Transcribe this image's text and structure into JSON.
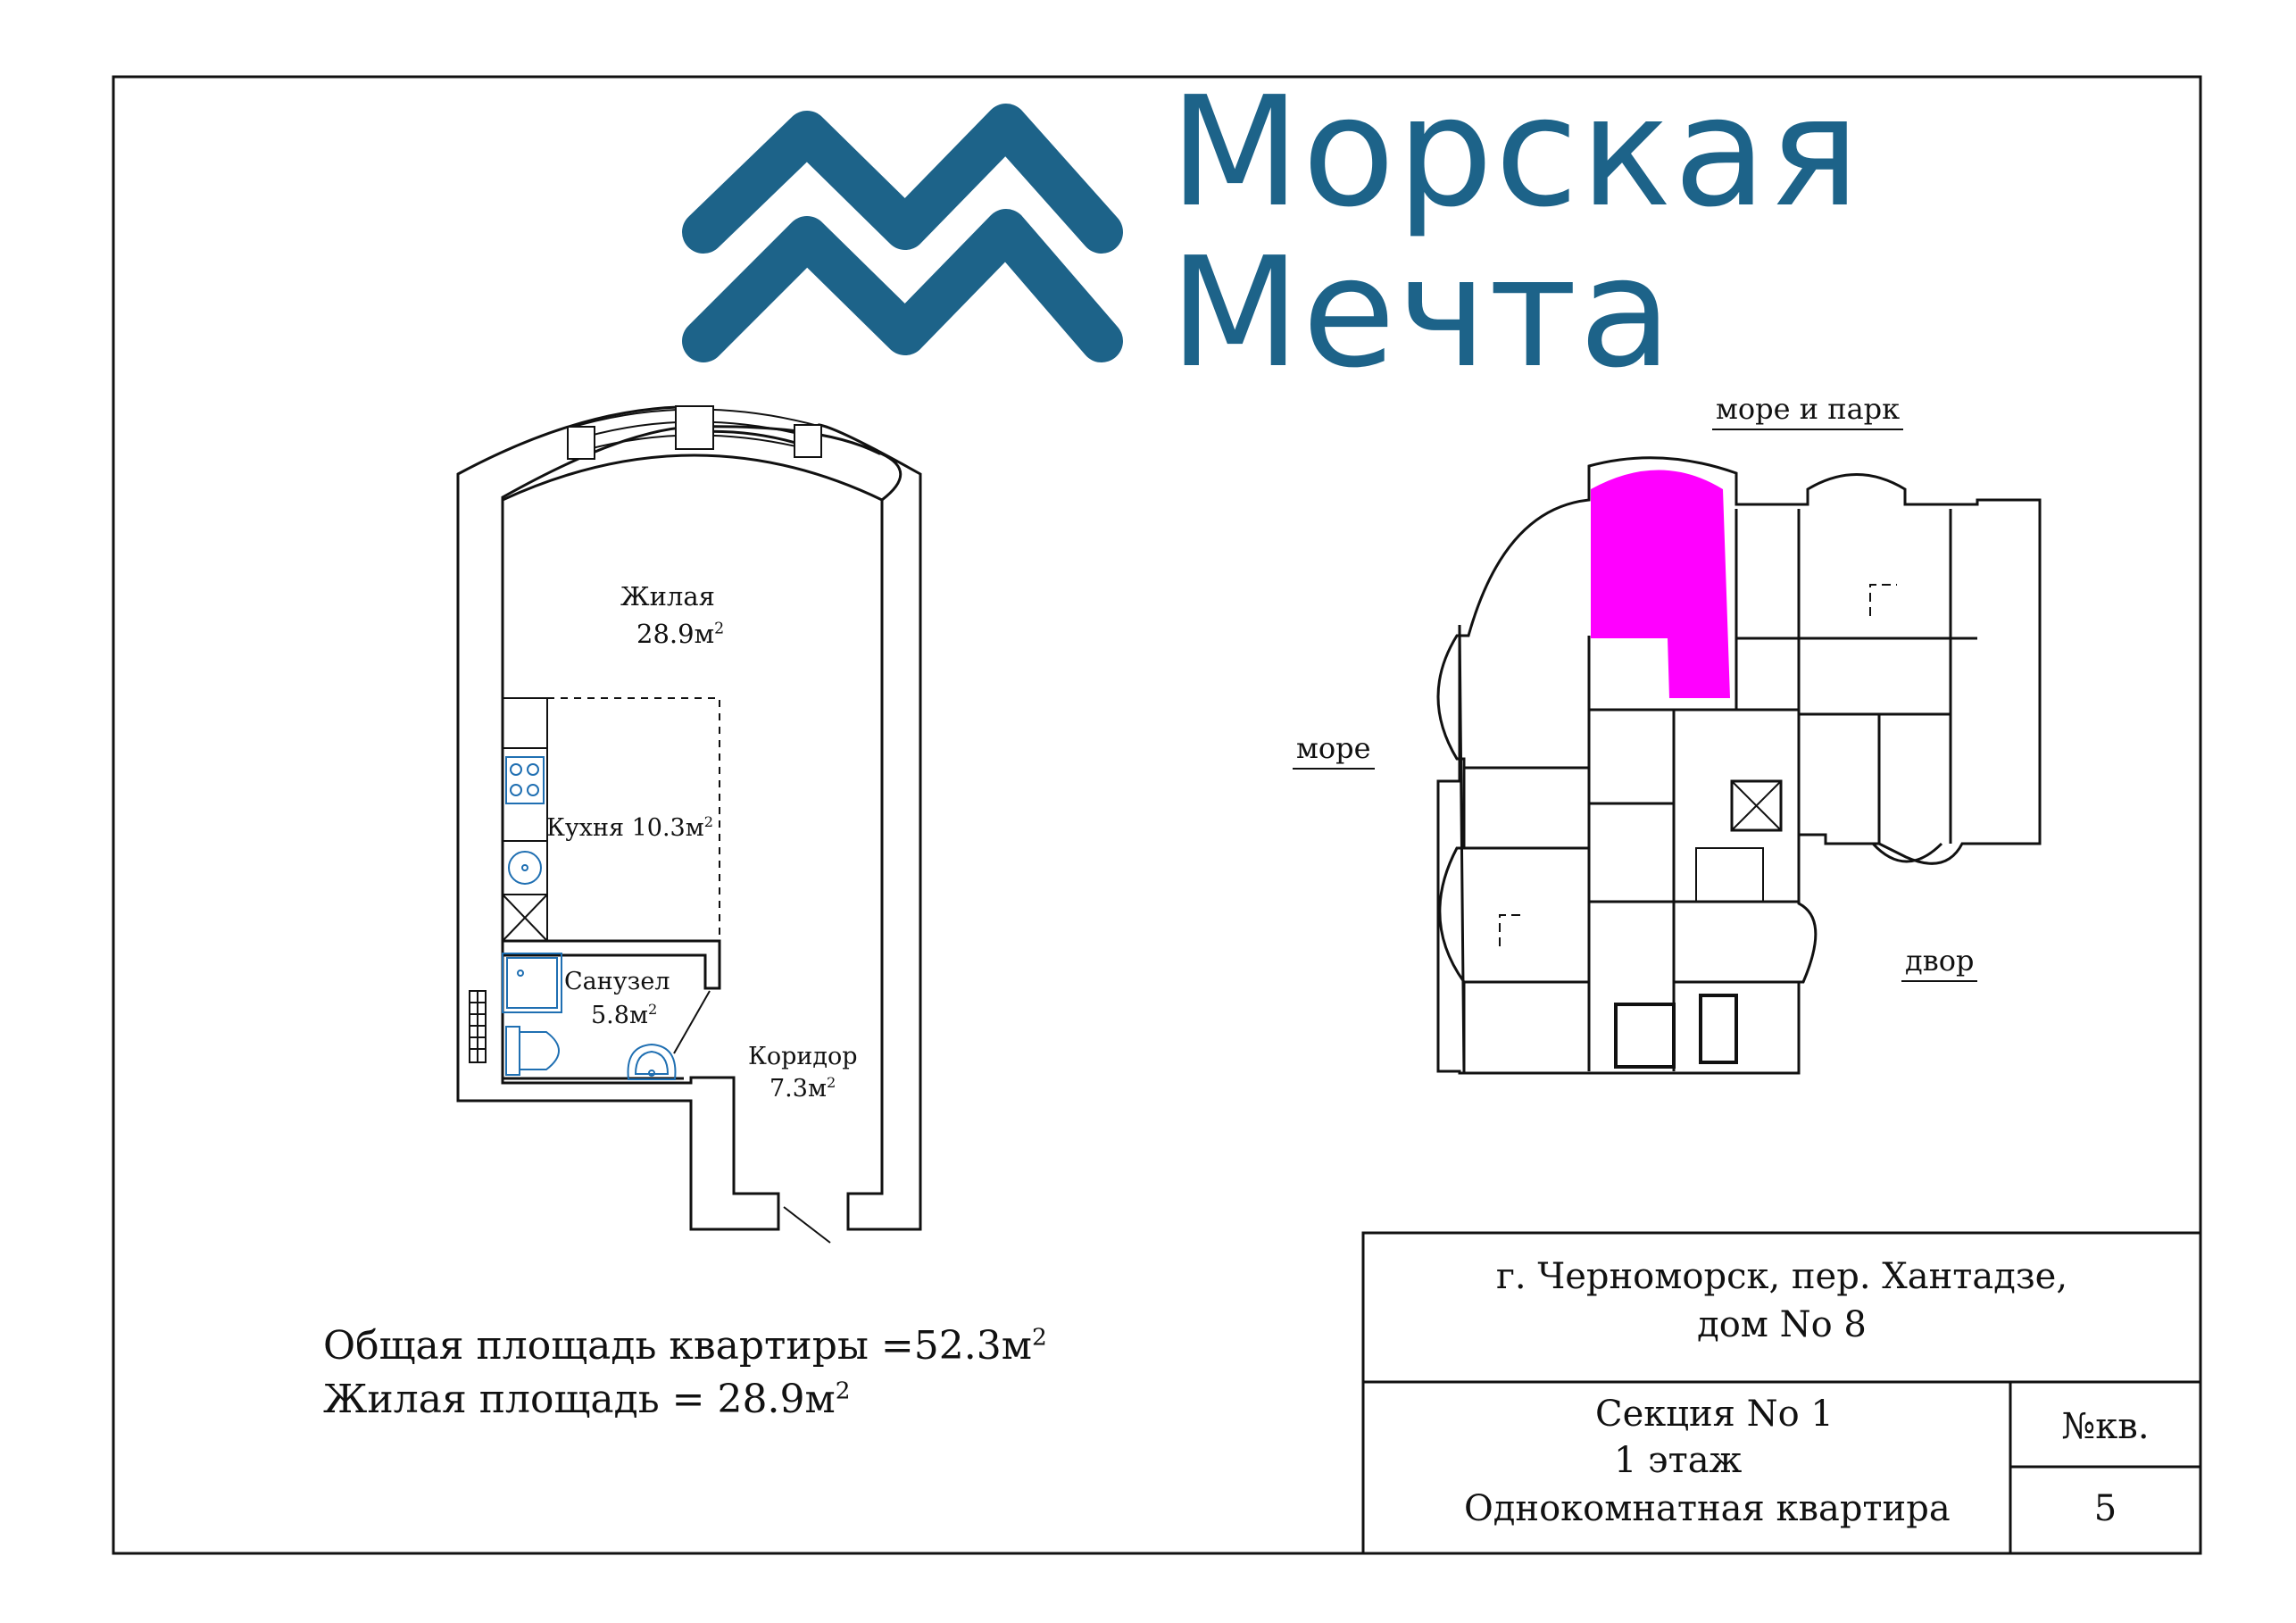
{
  "brand": {
    "line1": "Морская",
    "line2": "Мечта",
    "color": "#1d6389"
  },
  "rooms": {
    "living": {
      "name": "Жилая",
      "area": "28.9м",
      "unit_sup": "2"
    },
    "kitchen": {
      "name": "Кухня 10.3м",
      "unit_sup": "2"
    },
    "bathroom": {
      "name": "Санузел",
      "area": "5.8м",
      "unit_sup": "2"
    },
    "corridor": {
      "name": "Коридор",
      "area": "7.3м",
      "unit_sup": "2"
    }
  },
  "orientation": {
    "top": "море и парк",
    "left": "море",
    "right": "двор"
  },
  "summary": {
    "total": "Общая площадь квартиры =52.3м",
    "living": "Жилая площадь = 28.9м",
    "unit_sup": "2"
  },
  "stamp": {
    "address_line1": "г. Черноморск, пер. Хантадзе,",
    "address_line2": "дом No  8",
    "section": "Секция No  1",
    "floor": "1 этаж",
    "apartment_type": "Однокомнатная квартира",
    "apt_number_label": "№кв.",
    "apt_number": "5"
  },
  "colors": {
    "highlight": "#ff00ff",
    "fixtures": "#1f6fb2",
    "lines": "#111111"
  }
}
